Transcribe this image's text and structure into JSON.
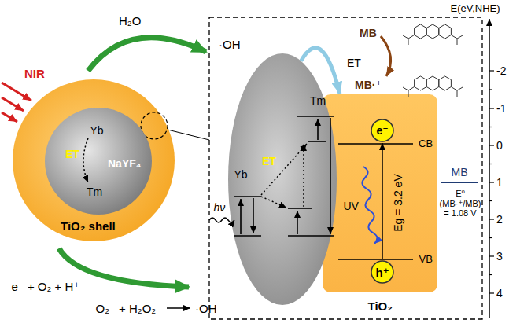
{
  "diagram": {
    "nodes": [
      {
        "text": [
          "TiO₂ shell"
        ]
      },
      {
        "text": [
          "Yb",
          "ET",
          "NaYF₄",
          "Tm"
        ],
        "in": 0
      },
      {
        "text": [
          "Tm",
          "Yb",
          "ET",
          "hν"
        ]
      },
      {
        "text": [
          "CB",
          "UV",
          "Eg = 3.2 eV",
          "VB",
          "TiO₂"
        ]
      },
      {
        "text": [
          "e⁻"
        ],
        "in": 3
      },
      {
        "text": [
          "h⁺"
        ],
        "in": 3
      }
    ],
    "edges": [
      {
        "from": 2,
        "to": 3,
        "arrow": "to",
        "label": "ET"
      },
      {
        "from": 5,
        "to": 4,
        "arrow": "to"
      }
    ],
    "labels": [
      "NIR",
      "H₂O",
      "·OH",
      "e⁻ + O₂ + H⁺",
      "O₂⁻ + H₂O₂",
      "·OH",
      "MB",
      "MB·⁺",
      "MB",
      "E⁰ (MB·⁺/MB) = 1.08 V",
      "E(eV,NHE)",
      "-2",
      "-1",
      "0",
      "1",
      "2",
      "3",
      "4"
    ]
  }
}
